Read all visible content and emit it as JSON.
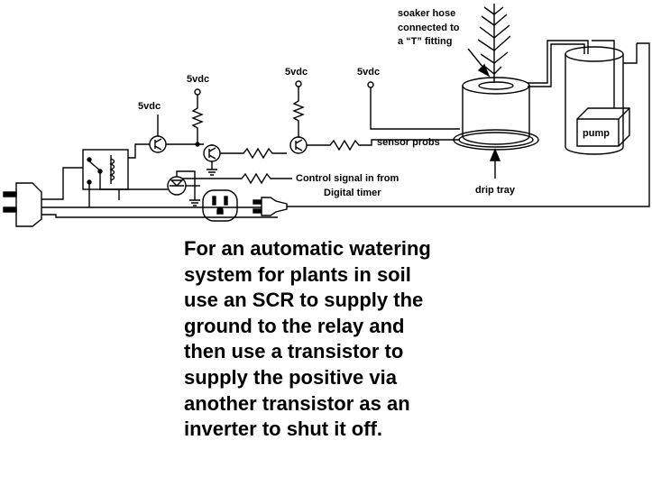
{
  "labels": {
    "vdc_1": "5vdc",
    "vdc_2": "5vdc",
    "vdc_3": "5vdc",
    "vdc_4": "5vdc",
    "soaker_hose": [
      "soaker hose",
      "connected to",
      "a “T” fitting"
    ],
    "pump": "pump",
    "sensor_probes": "sensor probs",
    "drip_tray": "drip tray",
    "control_signal": [
      "Control signal in from",
      "Digital timer"
    ]
  },
  "caption": [
    "For an automatic watering",
    "system for plants in soil",
    "use an SCR to supply the",
    "ground to the relay and",
    "then use a transistor to",
    "supply the positive via",
    "another transistor as an",
    "inverter to shut it off."
  ]
}
